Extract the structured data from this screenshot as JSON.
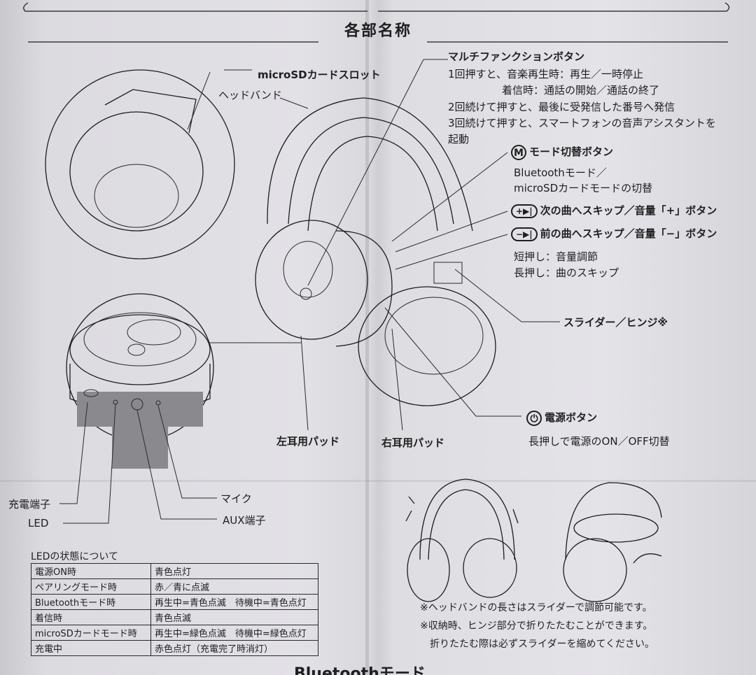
{
  "section_title": "各部名称",
  "callouts": {
    "microsd_slot": "microSDカードスロット",
    "headband": "ヘッドバンド",
    "left_pad": "左耳用パッド",
    "right_pad": "右耳用パッド",
    "charge_port": "充電端子",
    "led": "LED",
    "mic": "マイク",
    "aux": "AUX端子",
    "slider_hinge": "スライダー／ヒンジ※"
  },
  "multifunction": {
    "title": "マルチファンクションボタン",
    "lines": [
      "1回押すと、音楽再生時：再生／一時停止",
      "着信時：通話の開始／通話の終了",
      "2回続けて押すと、最後に受発信した番号へ発信",
      "3回続けて押すと、スマートフォンの音声アシスタントを",
      "起動"
    ]
  },
  "mode_button": {
    "icon_text": "M",
    "title": "モード切替ボタン",
    "lines": [
      "Bluetoothモード／",
      "microSDカードモードの切替"
    ]
  },
  "next_button": {
    "icon_text": "+▶|",
    "title": "次の曲へスキップ／音量「+」ボタン"
  },
  "prev_button": {
    "icon_text": "−▶|",
    "title": "前の曲へスキップ／音量「−」ボタン"
  },
  "press_notes": [
    "短押し：音量調節",
    "長押し：曲のスキップ"
  ],
  "power_button": {
    "icon_text": "⏻",
    "title": "電源ボタン",
    "line": "長押しで電源のON／OFF切替"
  },
  "led_table": {
    "heading": "LEDの状態について",
    "rows": [
      [
        "電源ON時",
        "青色点灯"
      ],
      [
        "ペアリングモード時",
        "赤／青に点滅"
      ],
      [
        "Bluetoothモード時",
        "再生中=青色点滅　待機中=青色点灯"
      ],
      [
        "着信時",
        "青色点滅"
      ],
      [
        "microSDカードモード時",
        "再生中=緑色点滅　待機中=緑色点灯"
      ],
      [
        "充電中",
        "赤色点灯（充電完了時消灯）"
      ]
    ]
  },
  "notes": [
    "※ヘッドバンドの長さはスライダーで調節可能です。",
    "※収納時、ヒンジ部分で折りたたむことができます。",
    "折りたたむ際は必ずスライダーを縮めてください。"
  ],
  "bottom_heading": "Bluetoothモード"
}
